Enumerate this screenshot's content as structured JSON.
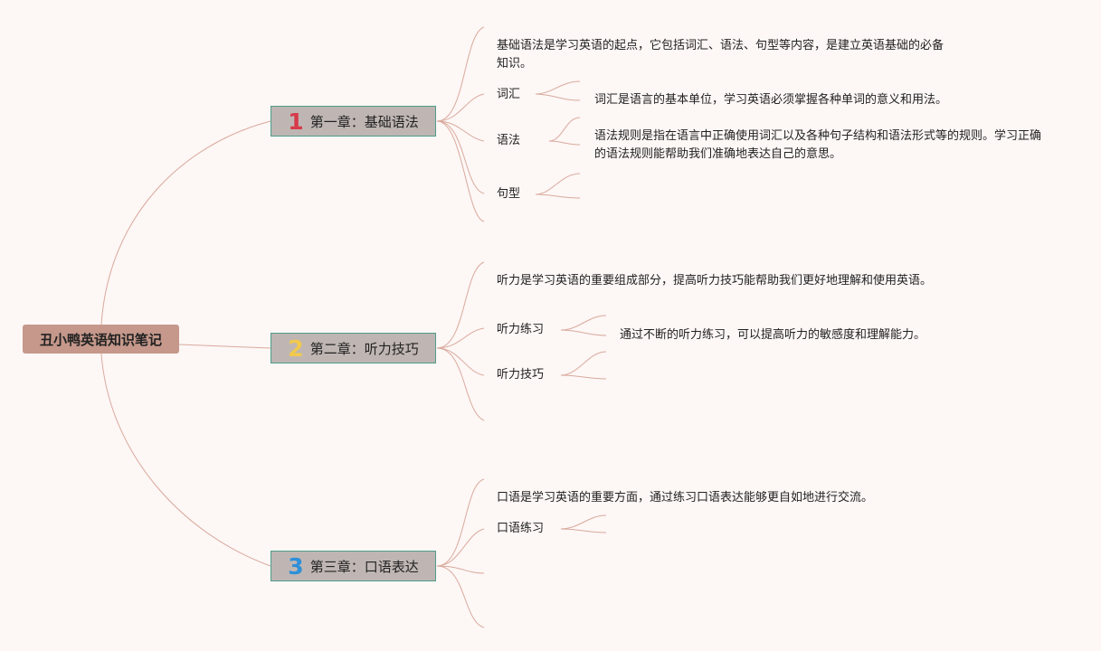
{
  "root": {
    "label": "丑小鸭英语知识笔记"
  },
  "chapters": [
    {
      "number": "1",
      "label": "第一章：基础语法",
      "summary": "基础语法是学习英语的起点，它包括词汇、语法、句型等内容，是建立英语基础的必备知识。",
      "topics": [
        {
          "label": "词汇",
          "detail": "词汇是语言的基本单位，学习英语必须掌握各种单词的意义和用法。"
        },
        {
          "label": "语法",
          "detail": "语法规则是指在语言中正确使用词汇以及各种句子结构和语法形式等的规则。学习正确的语法规则能帮助我们准确地表达自己的意思。"
        },
        {
          "label": "句型",
          "detail": ""
        }
      ]
    },
    {
      "number": "2",
      "label": "第二章：听力技巧",
      "summary": "听力是学习英语的重要组成部分，提高听力技巧能帮助我们更好地理解和使用英语。",
      "topics": [
        {
          "label": "听力练习",
          "detail": "通过不断的听力练习，可以提高听力的敏感度和理解能力。"
        },
        {
          "label": "听力技巧",
          "detail": ""
        }
      ]
    },
    {
      "number": "3",
      "label": "第三章：口语表达",
      "summary": "口语是学习英语的重要方面，通过练习口语表达能够更自如地进行交流。",
      "topics": [
        {
          "label": "口语练习",
          "detail": ""
        }
      ]
    }
  ],
  "colors": {
    "background": "#fdf7f6",
    "root_fill": "#c5988b",
    "chapter_fill": "#bfb6b3",
    "chapter_border": "#4f9c8a",
    "connector": "#d9aa9c",
    "number_1": "#d63b4a",
    "number_2": "#f2c94c",
    "number_3": "#2f8fd9"
  }
}
